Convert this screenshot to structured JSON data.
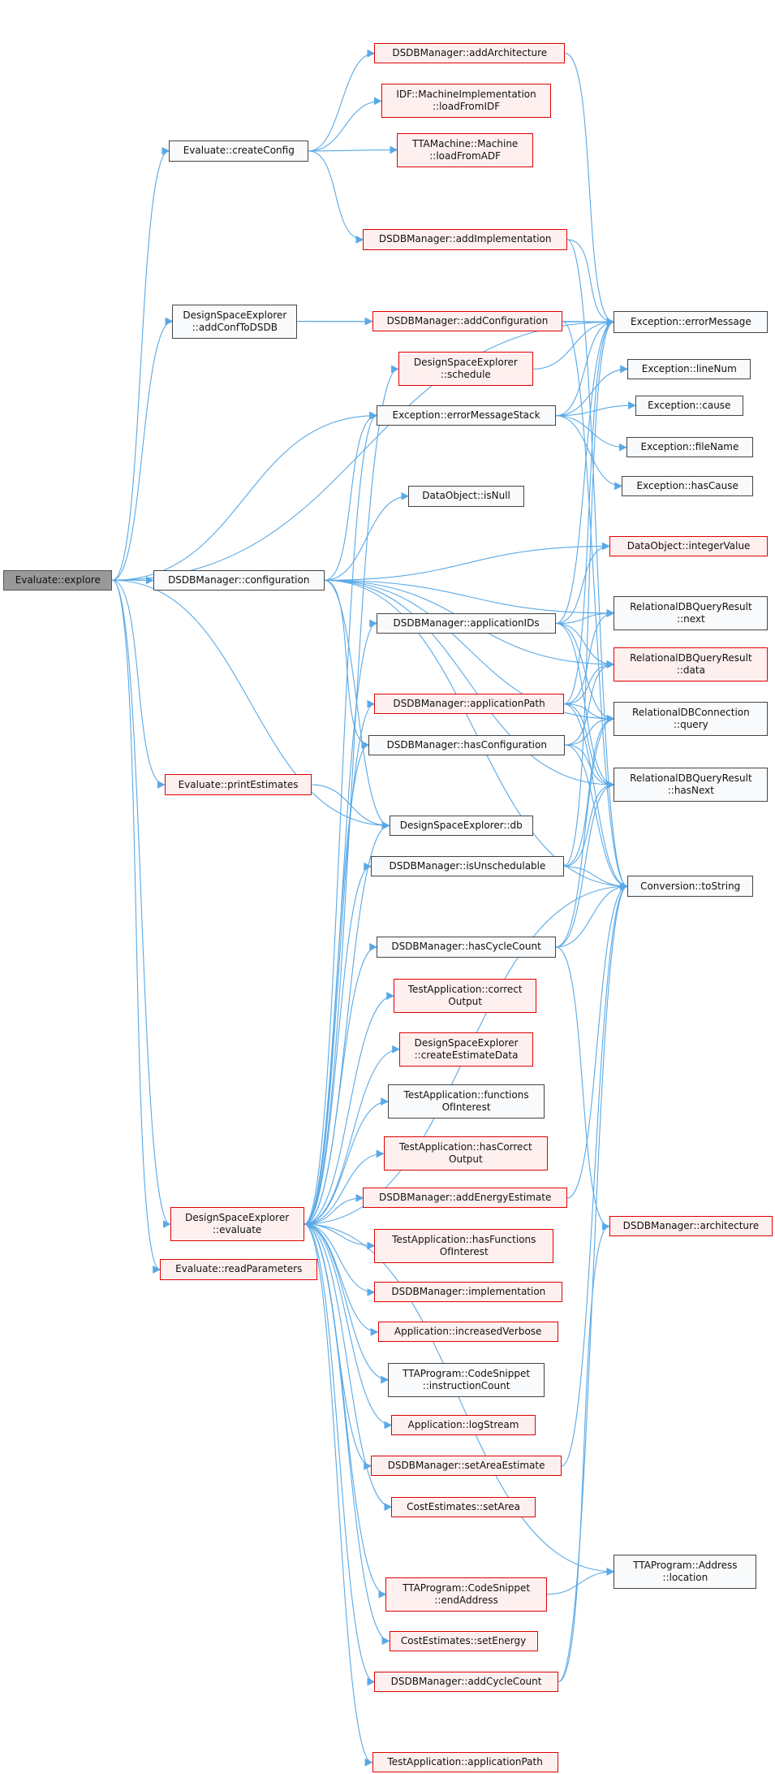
{
  "colors": {
    "edge": "#5aa9e6",
    "root_fill": "#999999",
    "red_border": "#e00000",
    "red_fill": "#fff0f0",
    "node_fill": "#f9fafb"
  },
  "nodes": [
    {
      "id": "explore",
      "lines": [
        "Evaluate::explore"
      ],
      "style": "root"
    },
    {
      "id": "configuration",
      "lines": [
        "DSDBManager::configuration"
      ],
      "style": "normal"
    },
    {
      "id": "createConfig",
      "lines": [
        "Evaluate::createConfig"
      ],
      "style": "normal"
    },
    {
      "id": "addConfToDSDB",
      "lines": [
        "DesignSpaceExplorer",
        "::addConfToDSDB"
      ],
      "style": "normal"
    },
    {
      "id": "printEstimates",
      "lines": [
        "Evaluate::printEstimates"
      ],
      "style": "red"
    },
    {
      "id": "evaluate",
      "lines": [
        "DesignSpaceExplorer",
        "::evaluate"
      ],
      "style": "red"
    },
    {
      "id": "readParameters",
      "lines": [
        "Evaluate::readParameters"
      ],
      "style": "red"
    },
    {
      "id": "addArchitecture",
      "lines": [
        "DSDBManager::addArchitecture"
      ],
      "style": "red"
    },
    {
      "id": "loadFromIDF",
      "lines": [
        "IDF::MachineImplementation",
        "::loadFromIDF"
      ],
      "style": "red"
    },
    {
      "id": "loadFromADF",
      "lines": [
        "TTAMachine::Machine",
        "::loadFromADF"
      ],
      "style": "red"
    },
    {
      "id": "addImplementation",
      "lines": [
        "DSDBManager::addImplementation"
      ],
      "style": "red"
    },
    {
      "id": "addConfiguration",
      "lines": [
        "DSDBManager::addConfiguration"
      ],
      "style": "red"
    },
    {
      "id": "schedule",
      "lines": [
        "DesignSpaceExplorer",
        "::schedule"
      ],
      "style": "red"
    },
    {
      "id": "errorMessageStack",
      "lines": [
        "Exception::errorMessageStack"
      ],
      "style": "normal"
    },
    {
      "id": "isNull",
      "lines": [
        "DataObject::isNull"
      ],
      "style": "normal"
    },
    {
      "id": "applicationIDs",
      "lines": [
        "DSDBManager::applicationIDs"
      ],
      "style": "normal"
    },
    {
      "id": "applicationPath",
      "lines": [
        "DSDBManager::applicationPath"
      ],
      "style": "red"
    },
    {
      "id": "hasConfiguration",
      "lines": [
        "DSDBManager::hasConfiguration"
      ],
      "style": "normal"
    },
    {
      "id": "db",
      "lines": [
        "DesignSpaceExplorer::db"
      ],
      "style": "normal"
    },
    {
      "id": "isUnschedulable",
      "lines": [
        "DSDBManager::isUnschedulable"
      ],
      "style": "normal"
    },
    {
      "id": "hasCycleCount",
      "lines": [
        "DSDBManager::hasCycleCount"
      ],
      "style": "normal"
    },
    {
      "id": "correctOutput",
      "lines": [
        "TestApplication::correct",
        "Output"
      ],
      "style": "red"
    },
    {
      "id": "createEstimateData",
      "lines": [
        "DesignSpaceExplorer",
        "::createEstimateData"
      ],
      "style": "red"
    },
    {
      "id": "functionsOfInterest",
      "lines": [
        "TestApplication::functions",
        "OfInterest"
      ],
      "style": "normal"
    },
    {
      "id": "hasCorrectOutput",
      "lines": [
        "TestApplication::hasCorrect",
        "Output"
      ],
      "style": "red"
    },
    {
      "id": "addEnergyEstimate",
      "lines": [
        "DSDBManager::addEnergyEstimate"
      ],
      "style": "red"
    },
    {
      "id": "hasFunctionsOfInterest",
      "lines": [
        "TestApplication::hasFunctions",
        "OfInterest"
      ],
      "style": "red"
    },
    {
      "id": "implementation",
      "lines": [
        "DSDBManager::implementation"
      ],
      "style": "red"
    },
    {
      "id": "increasedVerbose",
      "lines": [
        "Application::increasedVerbose"
      ],
      "style": "red"
    },
    {
      "id": "instructionCount",
      "lines": [
        "TTAProgram::CodeSnippet",
        "::instructionCount"
      ],
      "style": "normal"
    },
    {
      "id": "logStream",
      "lines": [
        "Application::logStream"
      ],
      "style": "red"
    },
    {
      "id": "setAreaEstimate",
      "lines": [
        "DSDBManager::setAreaEstimate"
      ],
      "style": "red"
    },
    {
      "id": "setArea",
      "lines": [
        "CostEstimates::setArea"
      ],
      "style": "red"
    },
    {
      "id": "endAddress",
      "lines": [
        "TTAProgram::CodeSnippet",
        "::endAddress"
      ],
      "style": "red"
    },
    {
      "id": "setEnergy",
      "lines": [
        "CostEstimates::setEnergy"
      ],
      "style": "red"
    },
    {
      "id": "addCycleCount",
      "lines": [
        "DSDBManager::addCycleCount"
      ],
      "style": "red"
    },
    {
      "id": "testAppPath",
      "lines": [
        "TestApplication::applicationPath"
      ],
      "style": "red"
    },
    {
      "id": "errorMessage",
      "lines": [
        "Exception::errorMessage"
      ],
      "style": "normal"
    },
    {
      "id": "lineNum",
      "lines": [
        "Exception::lineNum"
      ],
      "style": "normal"
    },
    {
      "id": "cause",
      "lines": [
        "Exception::cause"
      ],
      "style": "normal"
    },
    {
      "id": "fileName",
      "lines": [
        "Exception::fileName"
      ],
      "style": "normal"
    },
    {
      "id": "hasCause",
      "lines": [
        "Exception::hasCause"
      ],
      "style": "normal"
    },
    {
      "id": "integerValue",
      "lines": [
        "DataObject::integerValue"
      ],
      "style": "red"
    },
    {
      "id": "next",
      "lines": [
        "RelationalDBQueryResult",
        "::next"
      ],
      "style": "normal"
    },
    {
      "id": "data",
      "lines": [
        "RelationalDBQueryResult",
        "::data"
      ],
      "style": "red"
    },
    {
      "id": "query",
      "lines": [
        "RelationalDBConnection",
        "::query"
      ],
      "style": "normal"
    },
    {
      "id": "hasNext",
      "lines": [
        "RelationalDBQueryResult",
        "::hasNext"
      ],
      "style": "normal"
    },
    {
      "id": "toString",
      "lines": [
        "Conversion::toString"
      ],
      "style": "normal"
    },
    {
      "id": "architecture",
      "lines": [
        "DSDBManager::architecture"
      ],
      "style": "red"
    },
    {
      "id": "location",
      "lines": [
        "TTAProgram::Address",
        "::location"
      ],
      "style": "normal"
    }
  ],
  "edges": [
    [
      "explore",
      "configuration"
    ],
    [
      "explore",
      "createConfig"
    ],
    [
      "explore",
      "addConfToDSDB"
    ],
    [
      "explore",
      "printEstimates"
    ],
    [
      "explore",
      "evaluate"
    ],
    [
      "explore",
      "readParameters"
    ],
    [
      "explore",
      "errorMessage"
    ],
    [
      "explore",
      "errorMessageStack"
    ],
    [
      "explore",
      "db"
    ],
    [
      "createConfig",
      "addArchitecture"
    ],
    [
      "createConfig",
      "loadFromIDF"
    ],
    [
      "createConfig",
      "loadFromADF"
    ],
    [
      "createConfig",
      "addImplementation"
    ],
    [
      "addConfToDSDB",
      "addConfiguration"
    ],
    [
      "addConfToDSDB",
      "errorMessage"
    ],
    [
      "addArchitecture",
      "errorMessage"
    ],
    [
      "addImplementation",
      "errorMessage"
    ],
    [
      "addImplementation",
      "toString"
    ],
    [
      "addConfiguration",
      "errorMessage"
    ],
    [
      "addConfiguration",
      "toString"
    ],
    [
      "schedule",
      "errorMessage"
    ],
    [
      "errorMessageStack",
      "errorMessage"
    ],
    [
      "errorMessageStack",
      "lineNum"
    ],
    [
      "errorMessageStack",
      "cause"
    ],
    [
      "errorMessageStack",
      "fileName"
    ],
    [
      "errorMessageStack",
      "hasCause"
    ],
    [
      "configuration",
      "errorMessageStack"
    ],
    [
      "configuration",
      "isNull"
    ],
    [
      "configuration",
      "integerValue"
    ],
    [
      "configuration",
      "next"
    ],
    [
      "configuration",
      "data"
    ],
    [
      "configuration",
      "query"
    ],
    [
      "configuration",
      "hasNext"
    ],
    [
      "configuration",
      "hasConfiguration"
    ],
    [
      "configuration",
      "db"
    ],
    [
      "configuration",
      "toString"
    ],
    [
      "applicationIDs",
      "next"
    ],
    [
      "applicationIDs",
      "data"
    ],
    [
      "applicationIDs",
      "query"
    ],
    [
      "applicationIDs",
      "hasNext"
    ],
    [
      "applicationIDs",
      "errorMessage"
    ],
    [
      "applicationIDs",
      "integerValue"
    ],
    [
      "applicationPath",
      "next"
    ],
    [
      "applicationPath",
      "data"
    ],
    [
      "applicationPath",
      "query"
    ],
    [
      "applicationPath",
      "hasNext"
    ],
    [
      "applicationPath",
      "errorMessage"
    ],
    [
      "applicationPath",
      "toString"
    ],
    [
      "hasConfiguration",
      "query"
    ],
    [
      "hasConfiguration",
      "hasNext"
    ],
    [
      "hasConfiguration",
      "data"
    ],
    [
      "hasConfiguration",
      "toString"
    ],
    [
      "isUnschedulable",
      "query"
    ],
    [
      "isUnschedulable",
      "hasNext"
    ],
    [
      "isUnschedulable",
      "toString"
    ],
    [
      "isUnschedulable",
      "errorMessage"
    ],
    [
      "hasCycleCount",
      "query"
    ],
    [
      "hasCycleCount",
      "hasNext"
    ],
    [
      "hasCycleCount",
      "toString"
    ],
    [
      "hasCycleCount",
      "architecture"
    ],
    [
      "printEstimates",
      "db"
    ],
    [
      "evaluate",
      "schedule"
    ],
    [
      "evaluate",
      "errorMessageStack"
    ],
    [
      "evaluate",
      "applicationIDs"
    ],
    [
      "evaluate",
      "applicationPath"
    ],
    [
      "evaluate",
      "hasConfiguration"
    ],
    [
      "evaluate",
      "isUnschedulable"
    ],
    [
      "evaluate",
      "hasCycleCount"
    ],
    [
      "evaluate",
      "correctOutput"
    ],
    [
      "evaluate",
      "createEstimateData"
    ],
    [
      "evaluate",
      "functionsOfInterest"
    ],
    [
      "evaluate",
      "hasCorrectOutput"
    ],
    [
      "evaluate",
      "addEnergyEstimate"
    ],
    [
      "evaluate",
      "hasFunctionsOfInterest"
    ],
    [
      "evaluate",
      "implementation"
    ],
    [
      "evaluate",
      "increasedVerbose"
    ],
    [
      "evaluate",
      "instructionCount"
    ],
    [
      "evaluate",
      "logStream"
    ],
    [
      "evaluate",
      "setAreaEstimate"
    ],
    [
      "evaluate",
      "setArea"
    ],
    [
      "evaluate",
      "endAddress"
    ],
    [
      "evaluate",
      "setEnergy"
    ],
    [
      "evaluate",
      "addCycleCount"
    ],
    [
      "evaluate",
      "testAppPath"
    ],
    [
      "evaluate",
      "location"
    ],
    [
      "evaluate",
      "db"
    ],
    [
      "evaluate",
      "toString"
    ],
    [
      "addEnergyEstimate",
      "toString"
    ],
    [
      "setAreaEstimate",
      "toString"
    ],
    [
      "endAddress",
      "location"
    ],
    [
      "addCycleCount",
      "toString"
    ],
    [
      "addCycleCount",
      "architecture"
    ]
  ]
}
